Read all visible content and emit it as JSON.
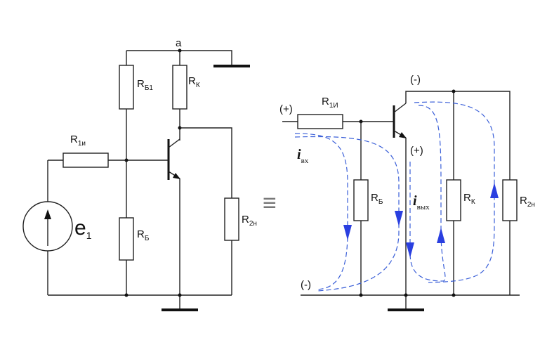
{
  "left_circuit": {
    "node_a": "a",
    "r_b1": {
      "main": "R",
      "sub": "Б1"
    },
    "r_k": {
      "main": "R",
      "sub": "К"
    },
    "r_1i": {
      "main": "R",
      "sub": "1и"
    },
    "r_b": {
      "main": "R",
      "sub": "Б"
    },
    "r_2n": {
      "main": "R",
      "sub": "2н"
    },
    "source": {
      "main": "e",
      "sub": "1"
    }
  },
  "equivalence_symbol": "≡",
  "right_circuit": {
    "r_1i": {
      "main": "R",
      "sub": "1И"
    },
    "r_b": {
      "main": "R",
      "sub": "Б"
    },
    "r_k": {
      "main": "R",
      "sub": "К"
    },
    "r_2n": {
      "main": "R",
      "sub": "2н"
    },
    "polarity_plus_in": "(+)",
    "polarity_minus_top": "(-)",
    "polarity_plus_emitter": "(+)",
    "polarity_minus_bottom": "(-)",
    "current_in": {
      "main": "i",
      "sub": "вх"
    },
    "current_out": {
      "main": "i",
      "sub": "вых"
    }
  },
  "colors": {
    "wire": "#222222",
    "current_flow": "#3a5fd8"
  }
}
